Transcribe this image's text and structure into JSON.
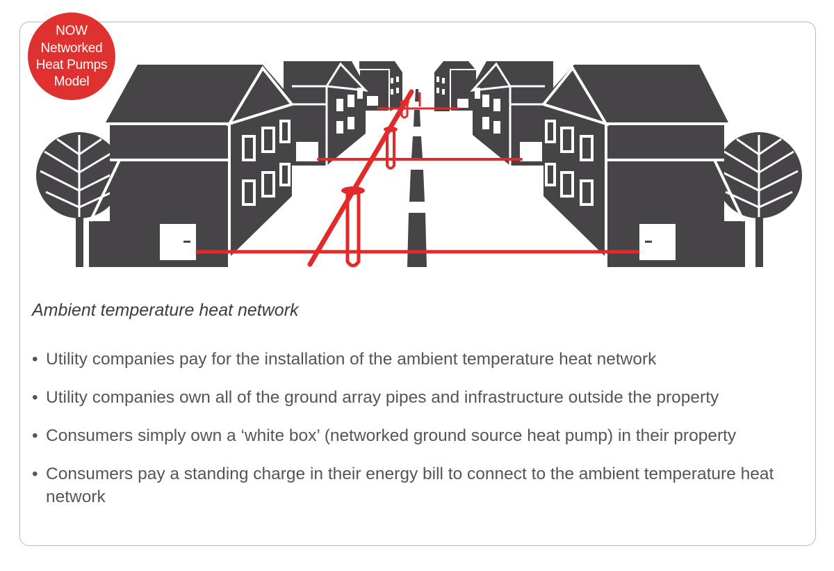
{
  "badge": {
    "line1": "NOW",
    "line2": "Networked",
    "line3": "Heat Pumps",
    "line4": "Model"
  },
  "caption": "Ambient temperature heat network",
  "bullets": [
    "Utility companies pay for the installation of the ambient temperature heat network",
    "Utility companies own all of the ground array pipes and infrastructure outside the property",
    "Consumers simply own a ‘white box’ (networked ground source heat pump) in their property",
    "Consumers pay a standing charge in their energy bill to connect to the ambient temperature heat network"
  ],
  "colors": {
    "house": "#464446",
    "pipe": "#e32a2a",
    "badge": "#e03131",
    "text": "#555555"
  }
}
